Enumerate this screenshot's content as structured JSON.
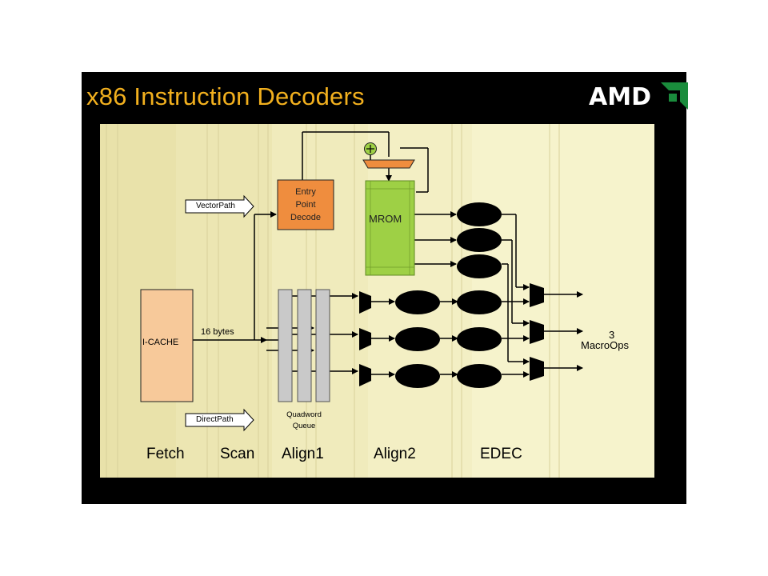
{
  "title": "x86 Instruction Decoders",
  "logo_text": "AMD",
  "colors": {
    "title": "#f2b01e",
    "panel": "#f3efbe",
    "icache": "#f7c99a",
    "entry_point": "#ef8d3e",
    "mrom": "#9ed045",
    "adder": "#9ed045",
    "mux_bar": "#ef8d3e"
  },
  "labels": {
    "vector_path": "VectorPath",
    "direct_path": "DirectPath",
    "entry_point": [
      "Entry",
      "Point",
      "Decode"
    ],
    "mrom": "MROM",
    "icache": "I-CACHE",
    "bytes": "16 bytes",
    "queue": [
      "Quadword",
      "Queue"
    ],
    "output_count": "3",
    "output_label": "MacroOps"
  },
  "stages": [
    "Fetch",
    "Scan",
    "Align1",
    "Align2",
    "EDEC"
  ]
}
